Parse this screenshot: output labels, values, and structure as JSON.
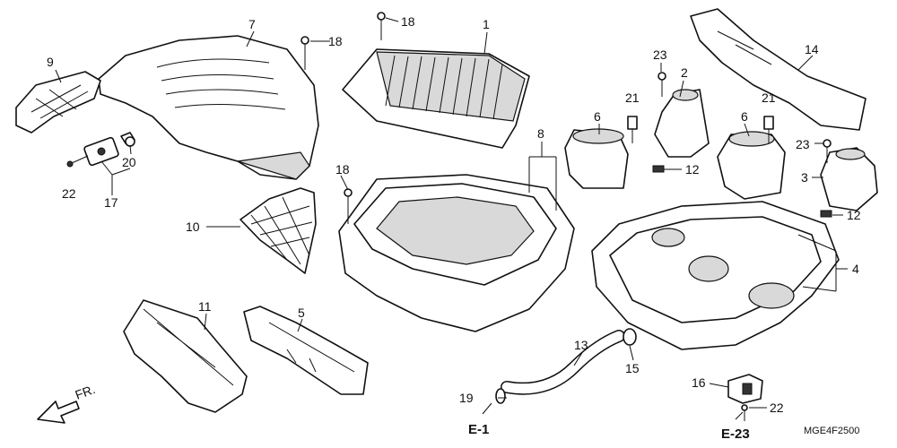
{
  "labels": {
    "p1": "1",
    "p2": "2",
    "p3": "3",
    "p4": "4",
    "p5": "5",
    "p6a": "6",
    "p6b": "6",
    "p7": "7",
    "p8": "8",
    "p9": "9",
    "p10": "10",
    "p11": "11",
    "p12a": "12",
    "p12b": "12",
    "p13": "13",
    "p14": "14",
    "p15": "15",
    "p16": "16",
    "p17": "17",
    "p18a": "18",
    "p18b": "18",
    "p18c": "18",
    "p19": "19",
    "p20": "20",
    "p21a": "21",
    "p21b": "21",
    "p22a": "22",
    "p22b": "22",
    "p23a": "23",
    "p23b": "23"
  },
  "refs": {
    "e1": "E-1",
    "e23": "E-23"
  },
  "front_marker": "FR.",
  "diagram_code": "MGE4F2500"
}
